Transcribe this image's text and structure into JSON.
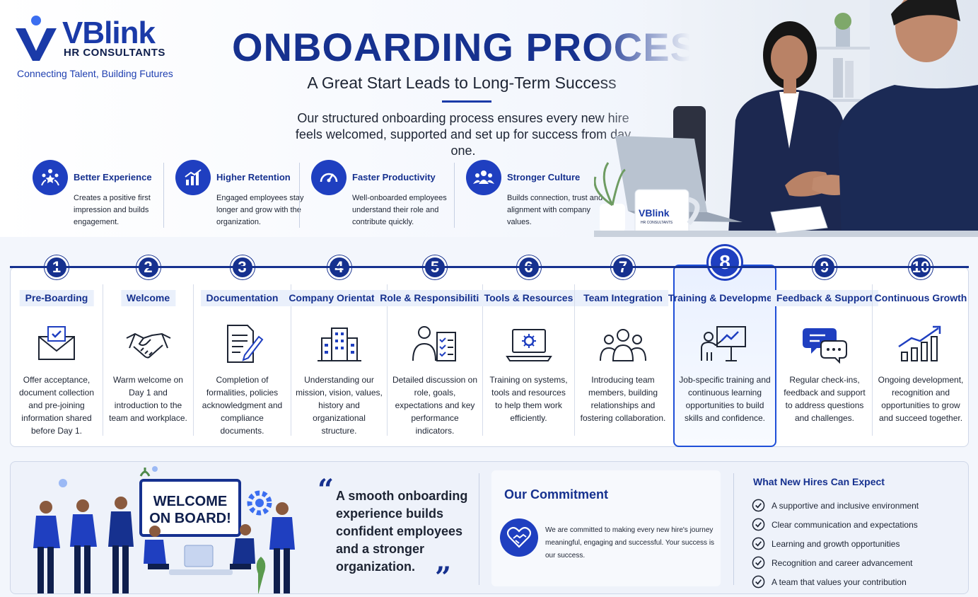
{
  "brand": {
    "name": "VBlink",
    "subtitle": "HR CONSULTANTS",
    "tagline": "Connecting Talent, Building Futures",
    "mug_logo": "VBlink",
    "mug_sub": "HR CONSULTANTS"
  },
  "header": {
    "title": "ONBOARDING PROCESS",
    "subtitle": "A Great Start Leads to Long-Term Success",
    "intro": "Our structured onboarding process ensures every new hire feels welcomed, supported and set up for success from day one."
  },
  "benefits": [
    {
      "icon": "people-star-icon",
      "title": "Better Experience",
      "desc": "Creates a positive first impression and builds engagement."
    },
    {
      "icon": "bar-chart-icon",
      "title": "Higher Retention",
      "desc": "Engaged employees stay longer and grow with the organization."
    },
    {
      "icon": "speedometer-icon",
      "title": "Faster Productivity",
      "desc": "Well-onboarded employees understand their role and contribute quickly."
    },
    {
      "icon": "team-icon",
      "title": "Stronger Culture",
      "desc": "Builds connection, trust and alignment with company values."
    }
  ],
  "steps": [
    {
      "num": "1",
      "title": "Pre-Boarding",
      "icon": "envelope-check-icon",
      "desc": "Offer acceptance, document collection and pre-joining information shared before Day 1."
    },
    {
      "num": "2",
      "title": "Welcome",
      "icon": "handshake-icon",
      "desc": "Warm welcome on Day 1 and introduction to the team and workplace."
    },
    {
      "num": "3",
      "title": "Documentation",
      "icon": "document-pen-icon",
      "desc": "Completion of formalities, policies acknowledgment and compliance documents."
    },
    {
      "num": "4",
      "title": "Company Orientation",
      "icon": "building-icon",
      "desc": "Understanding our mission, vision, values, history and organizational structure."
    },
    {
      "num": "5",
      "title": "Role & Responsibilities",
      "icon": "person-checklist-icon",
      "desc": "Detailed discussion on role, goals, expectations and key performance indicators."
    },
    {
      "num": "6",
      "title": "Tools & Resources",
      "icon": "laptop-gear-icon",
      "desc": "Training on systems, tools and resources to help them work efficiently."
    },
    {
      "num": "7",
      "title": "Team Integration",
      "icon": "team-outline-icon",
      "desc": "Introducing team members, building relationships and fostering collaboration."
    },
    {
      "num": "8",
      "title": "Training & Development",
      "icon": "presenter-board-icon",
      "desc": "Job-specific training and continuous learning opportunities to build skills and confidence."
    },
    {
      "num": "9",
      "title": "Feedback & Support",
      "icon": "chat-bubbles-icon",
      "desc": "Regular check-ins, feedback and support to address questions and challenges."
    },
    {
      "num": "10",
      "title": "Continuous Growth",
      "icon": "growth-chart-icon",
      "desc": "Ongoing development, recognition and opportunities to grow and succeed together."
    }
  ],
  "active_step": "8",
  "welcome_sign": "WELCOME ON BOARD!",
  "quote": {
    "open": "“",
    "text": "A smooth onboarding experience builds confident employees and a stronger organization.",
    "close": "”"
  },
  "commitment": {
    "title": "Our Commitment",
    "icon": "heart-handshake-icon",
    "text": "We are committed to making every new hire's journey meaningful, engaging and successful. Your success is our success."
  },
  "expect": {
    "title": "What New Hires Can Expect",
    "items": [
      "A supportive and inclusive environment",
      "Clear communication and expectations",
      "Learning and growth opportunities",
      "Recognition and career advancement",
      "A team that values your contribution"
    ]
  },
  "colors": {
    "primary": "#16318f",
    "accent": "#1f3fc0",
    "active_border": "#1f4fd8"
  }
}
